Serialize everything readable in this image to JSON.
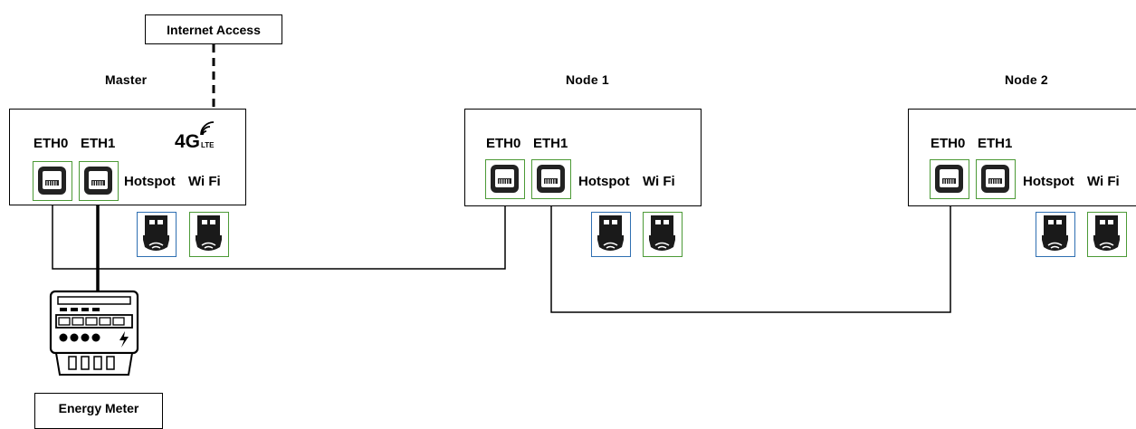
{
  "internet": {
    "label": "Internet Access"
  },
  "energy_meter": {
    "label": "Energy Meter"
  },
  "devices": [
    {
      "title": "Master",
      "eth0": "ETH0",
      "eth1": "ETH1",
      "hotspot": "Hotspot",
      "wifi": "Wi Fi",
      "lte_big": "4G",
      "lte_small": "LTE"
    },
    {
      "title": "Node 1",
      "eth0": "ETH0",
      "eth1": "ETH1",
      "hotspot": "Hotspot",
      "wifi": "Wi Fi"
    },
    {
      "title": "Node 2",
      "eth0": "ETH0",
      "eth1": "ETH1",
      "hotspot": "Hotspot",
      "wifi": "Wi Fi"
    }
  ],
  "colors": {
    "port_border": "#4c9a36",
    "hotspot_border": "#2f6fb2",
    "wifi_border": "#4c9a36",
    "line": "#000000"
  }
}
